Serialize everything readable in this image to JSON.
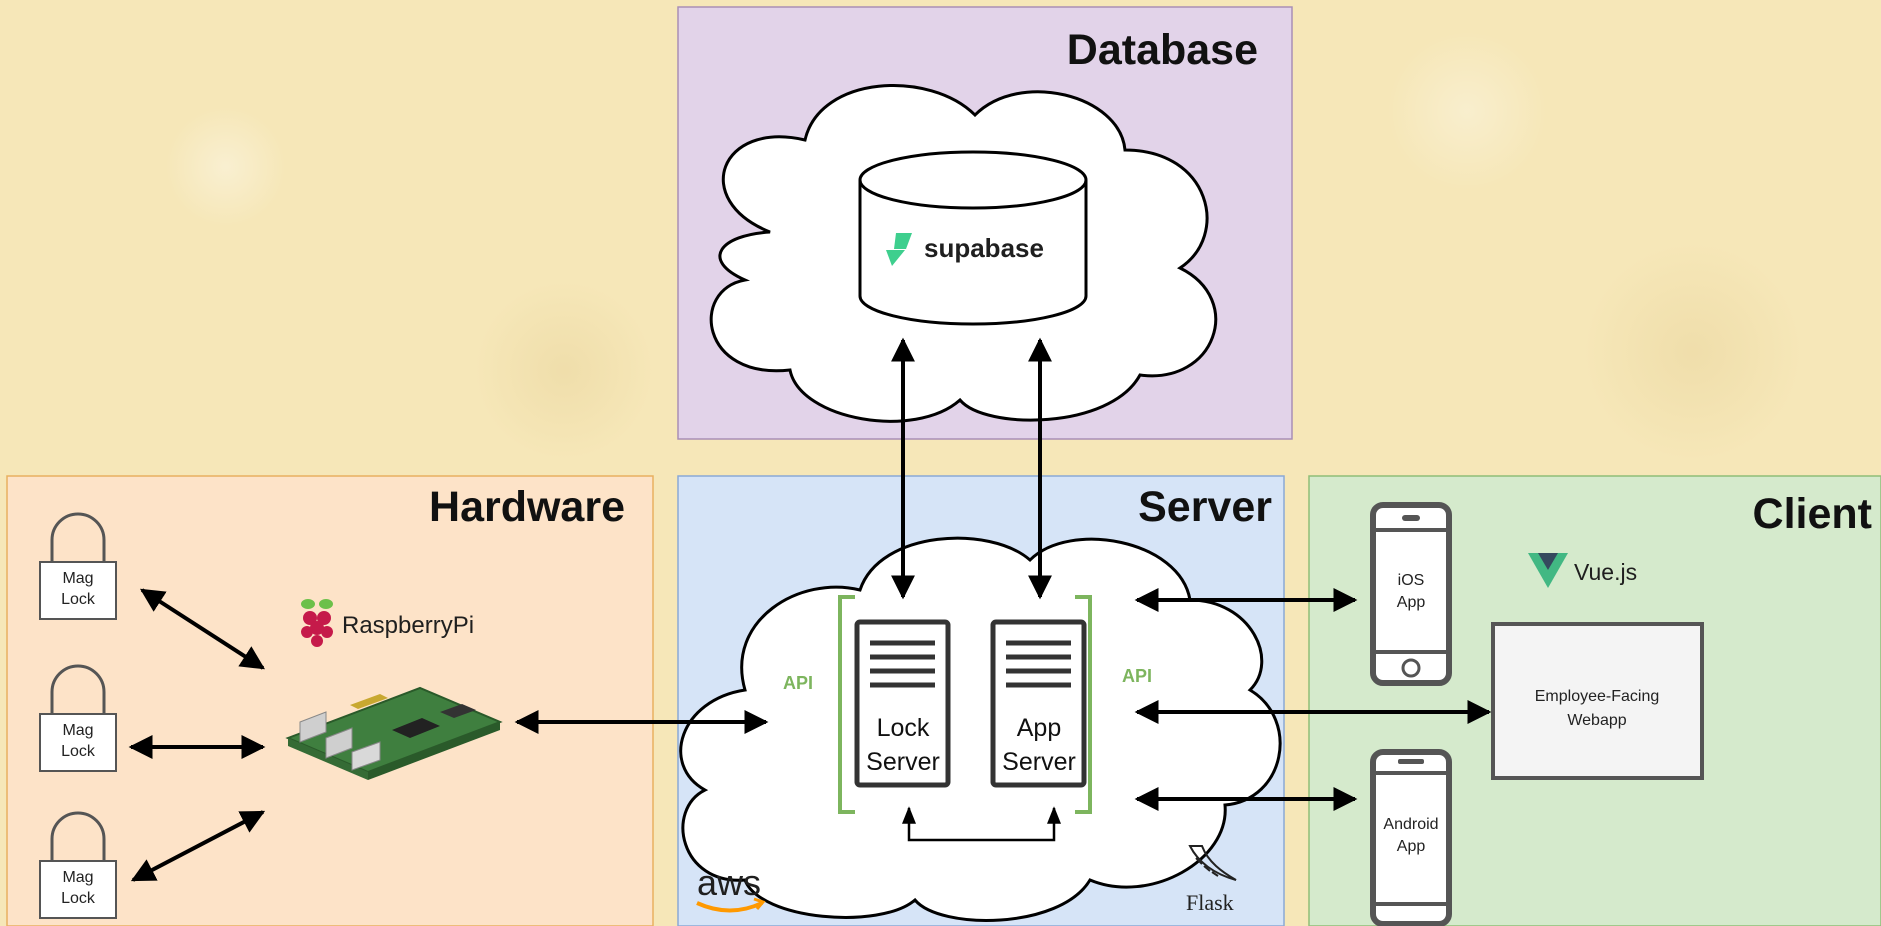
{
  "panels": {
    "database": {
      "title": "Database"
    },
    "hardware": {
      "title": "Hardware"
    },
    "server": {
      "title": "Server"
    },
    "client": {
      "title": "Client"
    }
  },
  "database": {
    "brand": "supabase"
  },
  "hardware": {
    "locks": [
      {
        "line1": "Mag",
        "line2": "Lock"
      },
      {
        "line1": "Mag",
        "line2": "Lock"
      },
      {
        "line1": "Mag",
        "line2": "Lock"
      }
    ],
    "controller_brand": "RaspberryPi"
  },
  "server": {
    "api_left": "API",
    "api_right": "API",
    "lock_server": {
      "line1": "Lock",
      "line2": "Server"
    },
    "app_server": {
      "line1": "App",
      "line2": "Server"
    },
    "cloud_brand": "aws",
    "framework_brand": "Flask"
  },
  "client": {
    "ios": {
      "line1": "iOS",
      "line2": "App"
    },
    "android": {
      "line1": "Android",
      "line2": "App"
    },
    "webapp": {
      "line1": "Employee-Facing",
      "line2": "Webapp"
    },
    "framework_brand": "Vue.js"
  },
  "colors": {
    "database_panel": "#e2d3e9",
    "hardware_panel": "#fde3c8",
    "server_panel": "#d6e4f7",
    "client_panel": "#d5eacc",
    "api_bracket": "#7db55e",
    "supabase_green": "#3ecf8e",
    "vue_green": "#42b883",
    "vue_dark": "#35495e",
    "raspberry": "#c51a4a",
    "aws_orange": "#ff9900"
  }
}
